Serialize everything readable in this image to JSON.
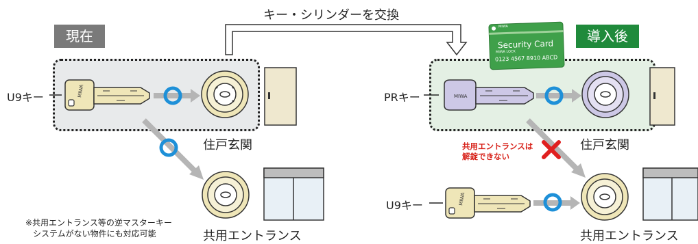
{
  "process_label": "キー・シリンダーを交換",
  "before": {
    "tag": "現在",
    "tag_color": "#7a7a7a",
    "zone_color": "#e8eaeb",
    "key_label": "U9キー",
    "door_label": "住戸玄関",
    "entrance_label": "共用エントランス",
    "footnote_line1": "※共用エントランス等の逆マスターキー",
    "footnote_line2": "システムがない物件にも対応可能"
  },
  "after": {
    "tag": "導入後",
    "tag_color": "#1f8a3b",
    "zone_color": "#e4f0e4",
    "key_label": "PRキー",
    "key2_label": "U9キー",
    "door_label": "住戸玄関",
    "entrance_label": "共用エントランス",
    "cannot_line1": "共用エントランスは",
    "cannot_line2": "解錠できない",
    "card": {
      "title": "Security Card",
      "brand": "MIWA",
      "number": "0123  4567  8910  ABCD",
      "small_text": "MIWA LOCK",
      "color": "#3fa04a"
    }
  },
  "colors": {
    "key_gold": "#efe6b8",
    "key_purple": "#cdc8e6",
    "ring_blue": "#1e90d8",
    "cross_red": "#e02020",
    "arrow_gray": "#b5b5b5"
  }
}
